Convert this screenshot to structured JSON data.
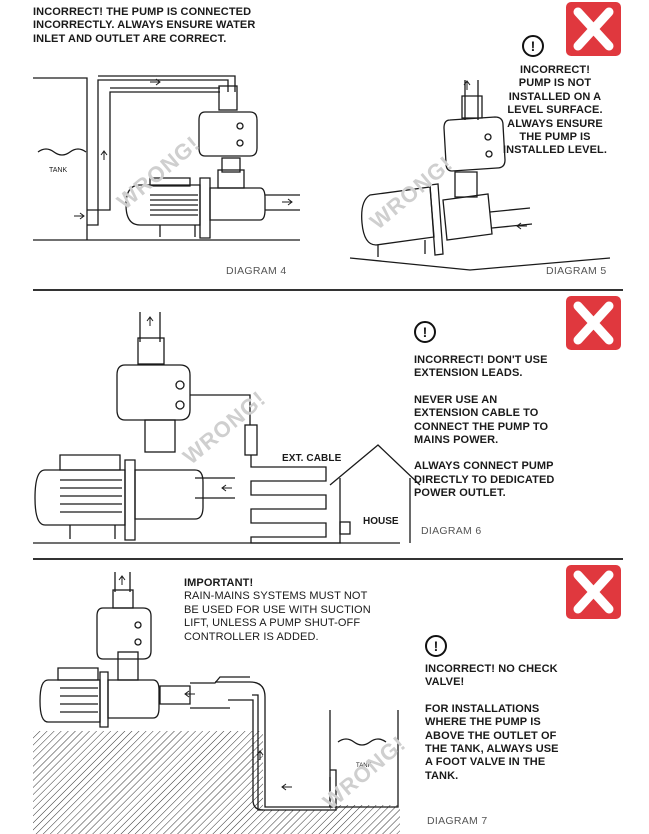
{
  "section1": {
    "left_bold": "INCORRECT!",
    "left_text": " THE PUMP IS CONNECTED",
    "left_line2": "INCORRECTLY. ALWAYS ENSURE WATER",
    "left_line3": "INLET AND OUTLET ARE CORRECT.",
    "tank_label": "TANK",
    "wrong_left": "WRONG!",
    "diagram_left": "DIAGRAM 4",
    "right_lines": [
      "INCORRECT!",
      "PUMP IS NOT",
      "INSTALLED ON A",
      "LEVEL SURFACE.",
      "ALWAYS ENSURE",
      "THE PUMP IS",
      "INSTALLED LEVEL."
    ],
    "wrong_right": "WRONG!",
    "diagram_right": "DIAGRAM 5"
  },
  "section2": {
    "line1": "INCORRECT! DON'T USE",
    "line2": "EXTENSION LEADS.",
    "para2": [
      "NEVER USE AN",
      "EXTENSION CABLE TO",
      "CONNECT THE PUMP TO",
      "MAINS POWER."
    ],
    "para3": [
      "ALWAYS CONNECT PUMP",
      "DIRECTLY TO DEDICATED",
      "POWER OUTLET."
    ],
    "ext_label": "EXT. CABLE",
    "house_label": "HOUSE",
    "wrong": "WRONG!",
    "diagram": "DIAGRAM 6"
  },
  "section3": {
    "important_title": "IMPORTANT!",
    "important_lines": [
      "RAIN-MAINS SYSTEMS MUST NOT",
      "BE USED FOR USE WITH SUCTION",
      "LIFT, UNLESS A PUMP SHUT-OFF",
      "CONTROLLER IS ADDED."
    ],
    "incorrect_bold": "INCORRECT!",
    "incorrect_rest": " NO CHECK",
    "incorrect_line2": "VALVE!",
    "para": [
      "FOR INSTALLATIONS",
      "WHERE THE PUMP IS",
      "ABOVE THE OUTLET OF",
      "THE TANK, ALWAYS USE",
      "A FOOT VALVE IN THE",
      "TANK."
    ],
    "tank_label": "TANK",
    "wrong": "WRONG!",
    "diagram": "DIAGRAM 7"
  },
  "icons": {
    "warning": "!",
    "badge_color": "#e0383e"
  }
}
